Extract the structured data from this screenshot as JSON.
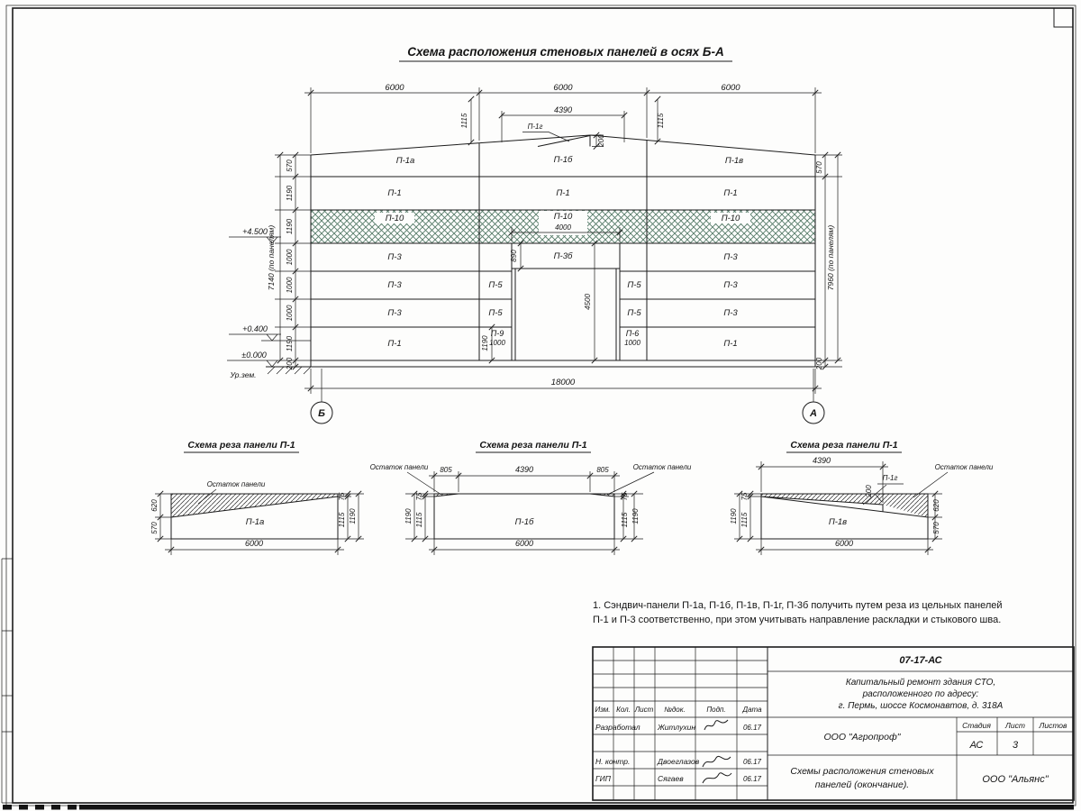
{
  "colors": {
    "panel_hatch": "#557a68",
    "line": "#1c1c1c"
  },
  "main": {
    "title": "Схема расположения стеновых панелей в осях Б-А",
    "axis_left": "Б",
    "axis_right": "А",
    "top_dims": [
      "6000",
      "6000",
      "6000"
    ],
    "dim_4390": "4390",
    "dim_1115_left": "1115",
    "dim_1115_right": "1115",
    "dim_200_ridge": "200",
    "dim_4000": "4000",
    "dim_890": "890",
    "dim_4500": "4500",
    "dim_1190_door": "1190",
    "dim_18000": "18000",
    "left_chain": [
      "570",
      "1190",
      "1190",
      "1000",
      "1000",
      "1000",
      "1190",
      "200"
    ],
    "left_total": "7140 (по панелям)",
    "right_570": "570",
    "right_200": "200",
    "right_total": "7960 (по панелям)",
    "elev_top": "+4.500",
    "elev_mid": "+0.400",
    "elev_zero": "±0.000",
    "ground": "Ур.зем.",
    "panels": {
      "top": [
        "П-1а",
        "П-1б",
        "П-1в"
      ],
      "ridge": "П-1г",
      "r6": [
        "П-1",
        "П-1",
        "П-1"
      ],
      "r5": [
        "П-10",
        "П-10",
        "П-10"
      ],
      "r4": [
        "П-3",
        "П-3б",
        "П-3"
      ],
      "r3": [
        "П-3",
        "П-5",
        "П-5",
        "П-3"
      ],
      "r2": [
        "П-3",
        "П-5",
        "П-5",
        "П-3"
      ],
      "r1": [
        "П-1",
        "П-9",
        "П-6",
        "П-1"
      ],
      "w1000_left": "1000",
      "w1000_right": "1000"
    }
  },
  "schemes": [
    {
      "title": "Схема реза панели П-1",
      "remnant": "Остаток панели",
      "panel": "П-1а",
      "dims": {
        "d620": "620",
        "d570": "570",
        "d75": "75",
        "d1115": "1115",
        "d1190": "1190",
        "width": "6000"
      }
    },
    {
      "title": "Схема реза панели П-1",
      "remnant_left": "Остаток панели",
      "remnant_right": "Остаток панели",
      "panel": "П-1б",
      "dims": {
        "d805l": "805",
        "d4390": "4390",
        "d805r": "805",
        "l75": "75",
        "l1115": "1115",
        "l1190": "1190",
        "r75": "75",
        "r1115": "1115",
        "r1190": "1190",
        "width": "6000"
      }
    },
    {
      "title": "Схема реза панели П-1",
      "remnant": "Остаток панели",
      "panel": "П-1в",
      "piece": "П-1г",
      "dims": {
        "d4390": "4390",
        "d200": "200",
        "l75": "75",
        "l1115": "1115",
        "l1190": "1190",
        "r620": "620",
        "r570": "570",
        "width": "6000"
      }
    }
  ],
  "note": {
    "line1": "1. Сэндвич-панели П-1а, П-1б, П-1в, П-1г, П-3б получить путем реза из цельных панелей",
    "line2": "П-1 и П-3 соответственно, при этом учитывать направление раскладки и стыкового шва."
  },
  "stamp": {
    "doc_code": "07-17-АС",
    "project_line1": "Капитальный ремонт здания СТО,",
    "project_line2": "расположенного по адресу:",
    "project_line3": "г. Пермь, шоссе Космонавтов, д. 318А",
    "cols": {
      "izm": "Изм.",
      "kol": "Кол.",
      "list": "Лист",
      "ndok": "№док.",
      "podp": "Подп.",
      "data": "Дата"
    },
    "rows": [
      {
        "role": "Разработал",
        "name": "Житлухин",
        "date": "06.17"
      },
      {
        "role": "Н. контр.",
        "name": "Двоеглазов",
        "date": "06.17"
      },
      {
        "role": "ГИП",
        "name": "Сягаев",
        "date": "06.17"
      }
    ],
    "org_design": "ООО \"Агропроф\"",
    "stage_label": "Стадия",
    "sheet_label": "Лист",
    "sheets_label": "Листов",
    "stage": "АС",
    "sheet_no": "3",
    "title_line1": "Схемы расположения стеновых",
    "title_line2": "панелей (окончание).",
    "org_customer": "ООО \"Альянс\""
  }
}
